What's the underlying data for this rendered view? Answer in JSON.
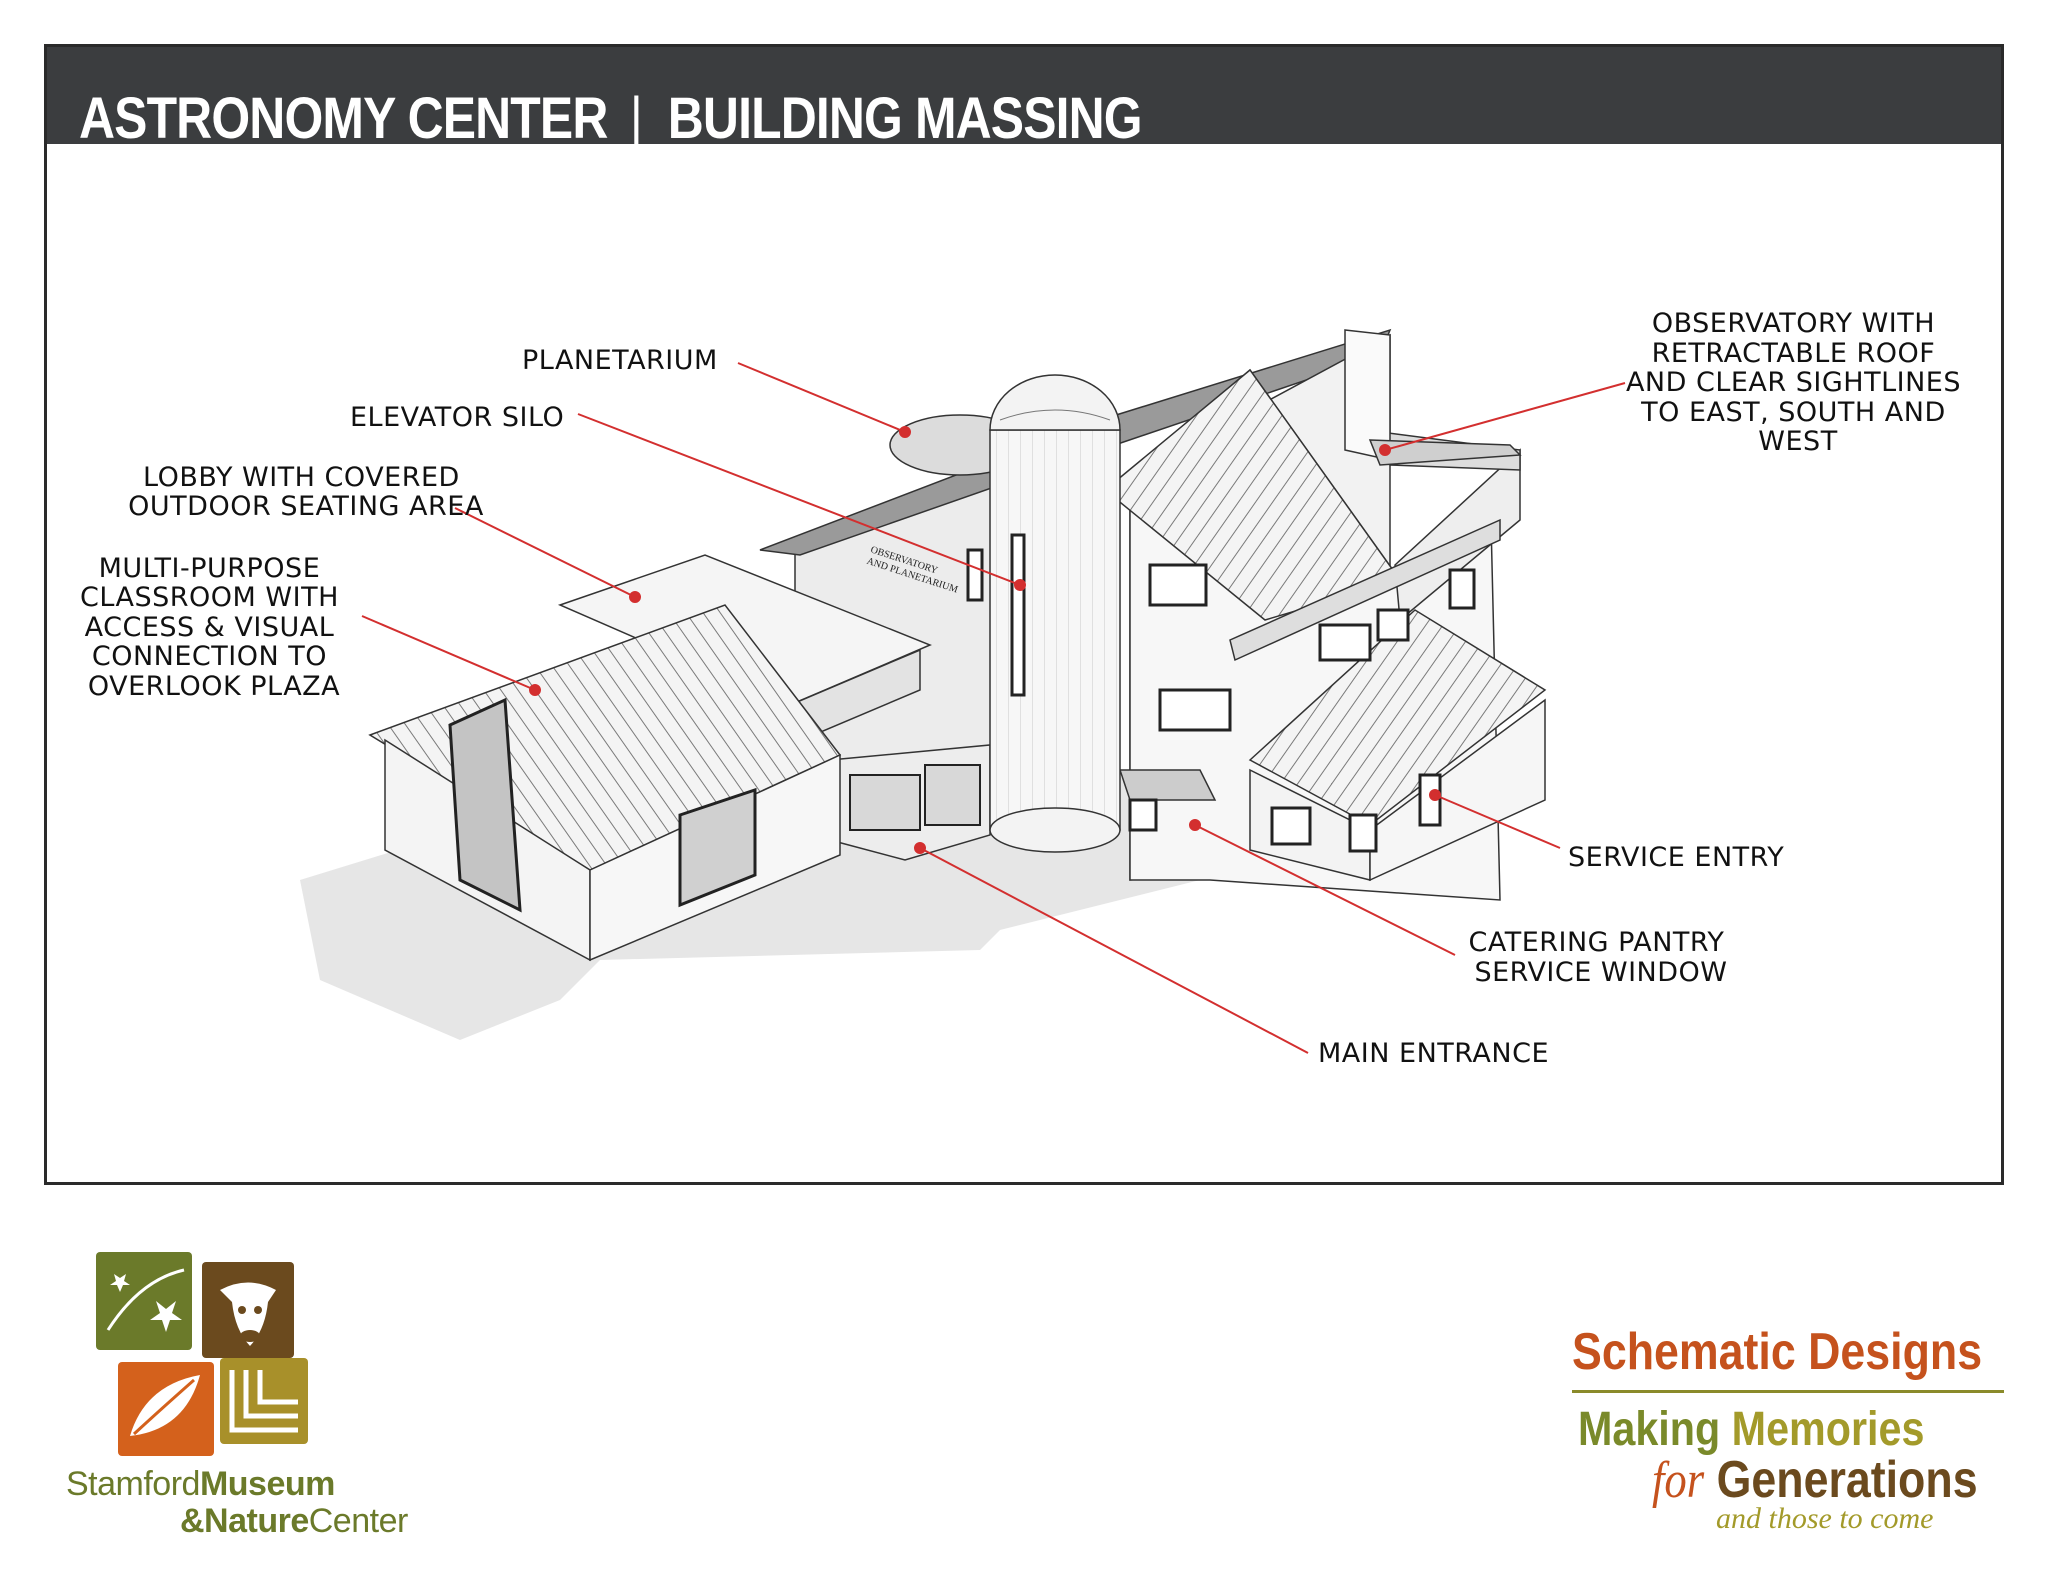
{
  "header": {
    "title_left": "ASTRONOMY CENTER",
    "separator": "|",
    "title_right": "BUILDING MASSING"
  },
  "labels": {
    "planetarium": [
      "PLANETARIUM"
    ],
    "elevator_silo": [
      "ELEVATOR SILO"
    ],
    "lobby": [
      "LOBBY WITH COVERED",
      "OUTDOOR SEATING AREA"
    ],
    "classroom": [
      "MULTI-PURPOSE",
      "CLASSROOM WITH",
      "ACCESS & VISUAL",
      "CONNECTION TO",
      "OVERLOOK PLAZA"
    ],
    "observatory": [
      "OBSERVATORY WITH",
      "RETRACTABLE ROOF",
      "AND CLEAR SIGHTLINES",
      "TO EAST, SOUTH AND",
      "WEST"
    ],
    "service_entry": [
      "SERVICE ENTRY"
    ],
    "catering": [
      "CATERING PANTRY",
      "SERVICE WINDOW"
    ],
    "main_entrance": [
      "MAIN ENTRANCE"
    ]
  },
  "building_sign": [
    "OBSERVATORY",
    "AND PLANETARIUM"
  ],
  "logo": {
    "line1_regular": "Stamford",
    "line1_bold": "Museum",
    "line2_bold": "&Nature",
    "line2_regular": "Center"
  },
  "branding": {
    "schematic": "Schematic Designs",
    "making": "Making",
    "memories": "Memories",
    "for": "for",
    "generations": "Generations",
    "tagline": "and those to come"
  },
  "colors": {
    "header_bg": "#3b3d3f",
    "leader_line": "#d32f2f",
    "logo_green": "#6b7a2a",
    "logo_brown": "#6b4a1e",
    "logo_orange": "#d4611c",
    "logo_gold": "#a8902a",
    "brand_orange": "#c5521d"
  }
}
